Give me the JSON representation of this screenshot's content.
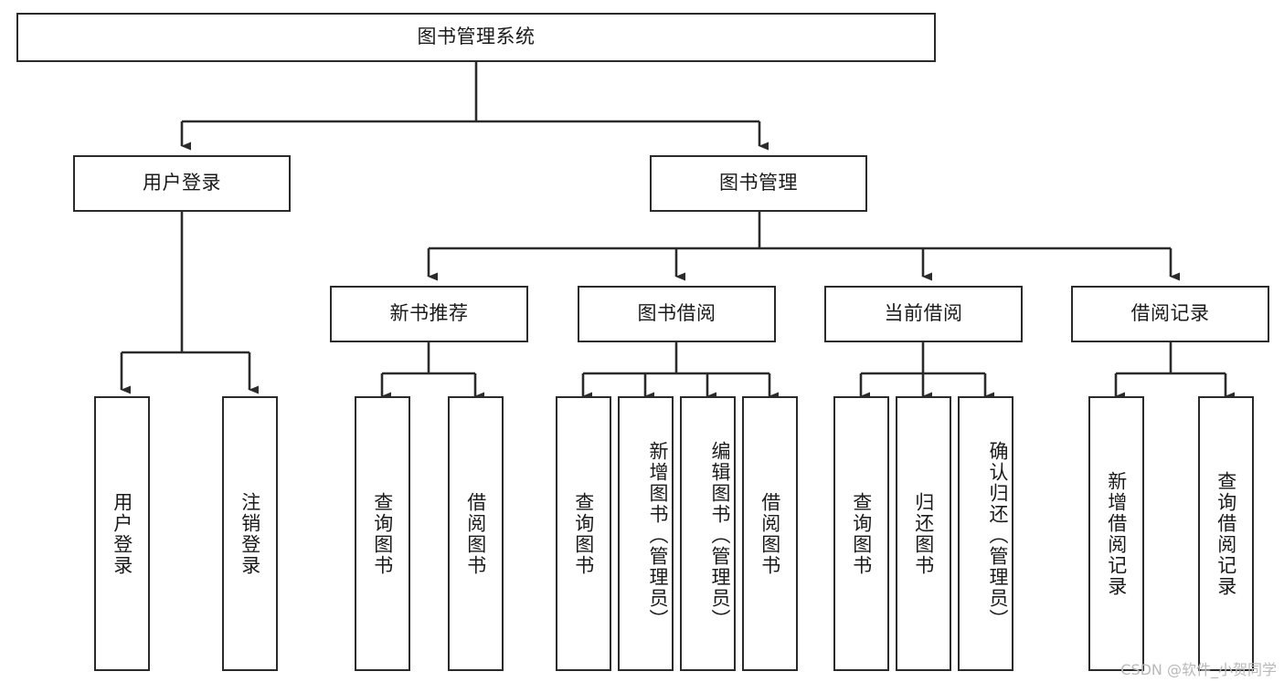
{
  "diagram": {
    "title": "图书管理系统",
    "type": "tree-hierarchy-chart",
    "watermark": "CSDN @软件_小贺同学",
    "colors": {
      "border": "#2b2b2b",
      "background": "#ffffff",
      "text": "#1a1a1a",
      "connector": "#2b2b2b",
      "watermark": "#b9b9b9"
    },
    "root": {
      "label": "图书管理系统"
    },
    "level1": [
      {
        "label": "用户登录"
      },
      {
        "label": "图书管理"
      }
    ],
    "level2": [
      {
        "label": "新书推荐"
      },
      {
        "label": "图书借阅"
      },
      {
        "label": "当前借阅"
      },
      {
        "label": "借阅记录"
      }
    ],
    "leaves": {
      "user_login": [
        {
          "label": "用户登录"
        },
        {
          "label": "注销登录"
        }
      ],
      "new_book_recommend": [
        {
          "label": "查询图书"
        },
        {
          "label": "借阅图书"
        }
      ],
      "book_borrow": [
        {
          "label": "查询图书"
        },
        {
          "label": "新增图书（管理员）"
        },
        {
          "label": "编辑图书（管理员）"
        },
        {
          "label": "借阅图书"
        }
      ],
      "current_borrow": [
        {
          "label": "查询图书"
        },
        {
          "label": "归还图书"
        },
        {
          "label": "确认归还（管理员）"
        }
      ],
      "borrow_record": [
        {
          "label": "新增借阅记录"
        },
        {
          "label": "查询借阅记录"
        }
      ]
    }
  }
}
